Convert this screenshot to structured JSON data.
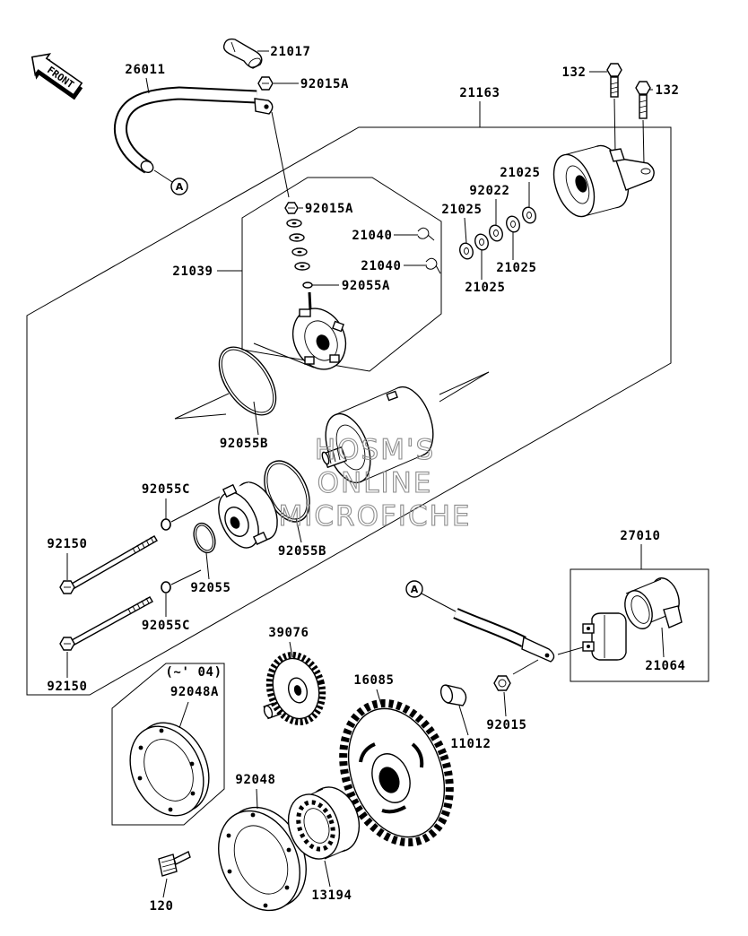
{
  "diagram": {
    "front_arrow_label": "FRONT",
    "watermark": {
      "line1": "HOSM'S",
      "line2": "ONLINE",
      "line3": "MICROFICHE"
    },
    "reference_markers": [
      "A",
      "A"
    ],
    "callouts": [
      "21017",
      "26011",
      "92015A",
      "21163",
      "132",
      "132",
      "92015A",
      "21025",
      "92022",
      "21025",
      "21040",
      "21040",
      "21025",
      "21025",
      "21039",
      "92055A",
      "92055B",
      "92055C",
      "92150",
      "92055B",
      "27010",
      "92055",
      "92055C",
      "39076",
      "92150",
      "(~' 04)",
      "92048A",
      "16085",
      "21064",
      "92015",
      "11012",
      "92048",
      "120",
      "13194"
    ]
  }
}
